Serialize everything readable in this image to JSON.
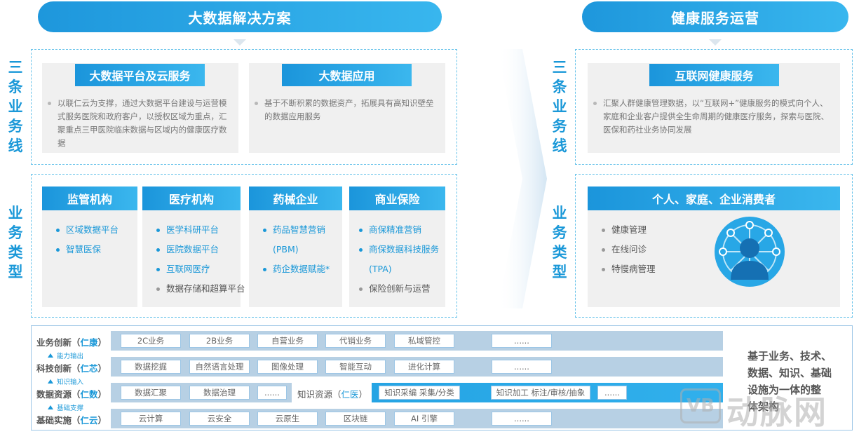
{
  "header": {
    "left_title": "大数据解决方案",
    "right_title": "健康服务运营"
  },
  "side_labels": {
    "business_lines": [
      "三",
      "条",
      "业",
      "务",
      "线"
    ],
    "business_types": [
      "业",
      "务",
      "类",
      "型"
    ]
  },
  "lines": {
    "platform": {
      "title": "大数据平台及云服务",
      "desc": "以联仁云为支撑，通过大数据平台建设与运营模式服务医院和政府客户，以授权区域为重点，汇聚重点三甲医院临床数据与区域内的健康医疗数据"
    },
    "application": {
      "title": "大数据应用",
      "desc": "基于不断积累的数据资产，拓展具有高知识壁垒的数据应用服务"
    },
    "internet": {
      "title": "互联网健康服务",
      "desc": "汇聚人群健康管理数据，以“互联网+”健康服务的模式向个人、家庭和企业客户提供全生命周期的健康医疗服务，探索与医院、医保和药社业务协同发展"
    }
  },
  "types": [
    {
      "title": "监管机构",
      "items": [
        {
          "text": "区域数据平台",
          "hl": true
        },
        {
          "text": "智慧医保",
          "hl": true
        }
      ]
    },
    {
      "title": "医疗机构",
      "items": [
        {
          "text": "医学科研平台",
          "hl": true
        },
        {
          "text": "医院数据平台",
          "hl": true
        },
        {
          "text": "互联网医疗",
          "hl": true
        },
        {
          "text": "数据存储和超算平台",
          "hl": false
        }
      ]
    },
    {
      "title": "药械企业",
      "items": [
        {
          "text": "药品智慧营销",
          "hl": true
        },
        {
          "text": "(PBM)",
          "hl": true
        },
        {
          "text": "药企数据赋能*",
          "hl": true
        }
      ]
    },
    {
      "title": "商业保险",
      "items": [
        {
          "text": "商保精准营销",
          "hl": true
        },
        {
          "text": "商保数据科技服务",
          "hl": true
        },
        {
          "text": "(TPA)",
          "hl": true
        },
        {
          "text": "保险创新与运营",
          "hl": false
        }
      ]
    }
  ],
  "consumer": {
    "title": "个人、家庭、企业消费者",
    "items": [
      "健康管理",
      "在线问诊",
      "特慢病管理"
    ],
    "icon": "people-network-icon"
  },
  "infra": {
    "rows": [
      {
        "label_pre": "业务创新（",
        "label_hl": "仁康",
        "label_post": "）",
        "chips": [
          "2C业务",
          "2B业务",
          "自营业务",
          "代销业务",
          "私域管控",
          "......"
        ]
      },
      {
        "label_pre": "科技创新（",
        "label_hl": "仁芯",
        "label_post": "）",
        "chips": [
          "数据挖掘",
          "自然语言处理",
          "图像处理",
          "智能互动",
          "进化计算",
          "......"
        ]
      },
      {
        "label_pre": "数据资源（",
        "label_hl": "仁数",
        "label_post": "）",
        "chips": [
          "数据汇聚",
          "数据治理",
          "......"
        ],
        "knowledge_label_pre": "知识资源（",
        "knowledge_label_hl": "仁医",
        "knowledge_label_post": "）",
        "knowledge_chips": [
          "知识采编 采集/分类",
          "知识加工 标注/审核/抽象",
          "......"
        ]
      },
      {
        "label_pre": "基础实施（",
        "label_hl": "仁云",
        "label_post": "）",
        "chips": [
          "云计算",
          "云安全",
          "云原生",
          "区块链",
          "AI 引擎",
          "......"
        ]
      }
    ],
    "connectors": [
      "能力输出",
      "知识输入",
      "基础支撑"
    ],
    "summary": [
      "基于业务、技术、",
      "数据、知识、基础",
      "设施为一体的整",
      "体架构"
    ]
  },
  "watermark": {
    "logo": "VB",
    "text": "动脉网"
  },
  "colors": {
    "accent": "#1a98d8",
    "card": "#f0f0f0",
    "dash": "#68c3ea",
    "bar": "#b7d0e4"
  }
}
